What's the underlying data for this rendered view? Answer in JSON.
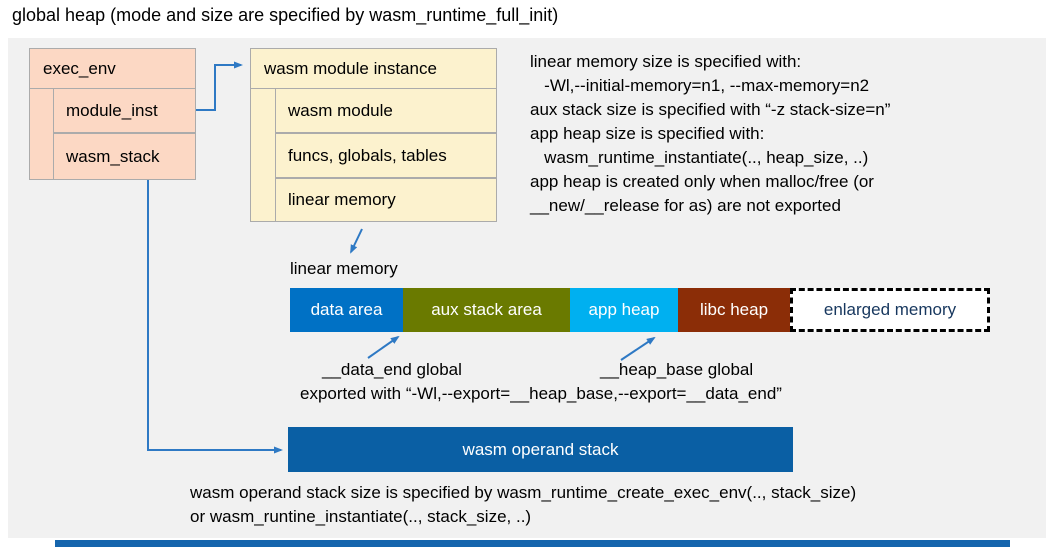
{
  "title": "global heap (mode and size are specified by wasm_runtime_full_init)",
  "boxes": {
    "exec_env": {
      "header": "exec_env",
      "rows": [
        "module_inst",
        "wasm_stack"
      ]
    },
    "module_instance": {
      "header": "wasm module instance",
      "rows": [
        "wasm module",
        "funcs, globals, tables",
        "linear memory"
      ]
    }
  },
  "notes_top": {
    "lines": [
      "linear memory size is specified with:",
      "   -Wl,--initial-memory=n1, --max-memory=n2",
      "aux stack size is specified with “-z stack-size=n”",
      "app heap size is specified with:",
      "   wasm_runtime_instantiate(.., heap_size, ..)",
      "app heap is created only when malloc/free (or",
      "__new/__release for as) are not exported"
    ]
  },
  "linear_memory": {
    "label": "linear memory",
    "segments": [
      {
        "label": "data area",
        "color": "#0071C5"
      },
      {
        "label": "aux stack area",
        "color": "#6A7A00"
      },
      {
        "label": "app heap",
        "color": "#00B0F0"
      },
      {
        "label": "libc heap",
        "color": "#8B2D07"
      },
      {
        "label": "enlarged memory",
        "color": "#FFFFFF",
        "text_color": "#17375E"
      }
    ]
  },
  "globals": {
    "data_end_label": "__data_end global",
    "heap_base_label": "__heap_base global",
    "exported_line": "exported with “-Wl,--export=__heap_base,--export=__data_end”"
  },
  "operand_stack_label": "wasm operand stack",
  "notes_bottom": {
    "lines": [
      "wasm operand stack size is specified by wasm_runtime_create_exec_env(.., stack_size)",
      "or wasm_runtine_instantiate(.., stack_size, ..)"
    ]
  },
  "colors": {
    "panel_bg": "#F1F1F1",
    "exec_env_fill": "#FCD8C4",
    "module_fill": "#FCF2CE",
    "box_border": "#ABABAB",
    "operand_stack": "#0A5FA4",
    "bottom_bar": "#1565AD",
    "arrow_blue": "#2E79C4",
    "navy_text": "#17375E"
  }
}
